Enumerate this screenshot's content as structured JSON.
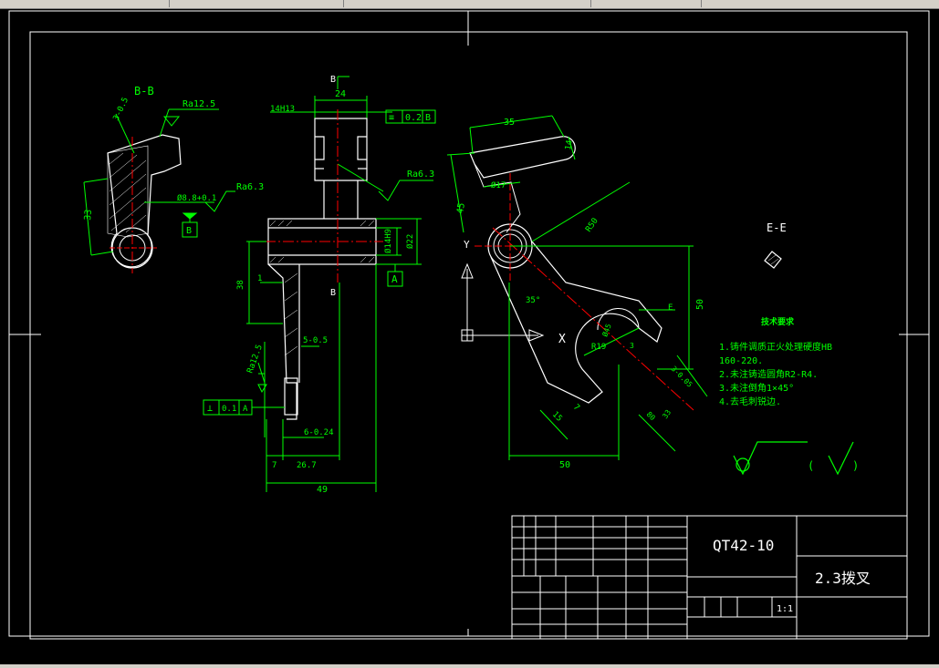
{
  "colors": {
    "background": "#000000",
    "border": "#ffffff",
    "geometry": "#ffffff",
    "dimension": "#00ff00",
    "centerline": "#ff0000",
    "title_text": "#ffffff"
  },
  "views": {
    "section_bb": {
      "title": "B-B",
      "rough_top": "Ra12.5",
      "rough_mid": "Ra6.3",
      "dim_width": "3-0.5",
      "dim_33": "33",
      "dim_hole": "Ø8.8+0.1",
      "datum": "B"
    },
    "main": {
      "section_mark_top": "B",
      "section_mark_bottom": "B",
      "dim_24": "24",
      "fit_label": "14H13",
      "tolerance_frame_sym": "≡",
      "tolerance_frame_val": "0.2",
      "tolerance_frame_ref": "B",
      "rough_label": "Ra6.3",
      "dim_hole_fit": "Ø14H9",
      "dim_22": "Ø22",
      "datum_a": "A",
      "dim_38": "38",
      "dim_1": "1",
      "dim_5": "5-0.5",
      "rough_side": "Ra12.5",
      "perp_sym": "⊥",
      "perp_val": "0.1",
      "perp_ref": "A",
      "dim_6": "6-0.24",
      "dim_7": "7",
      "dim_267": "26.7",
      "dim_49": "49"
    },
    "side": {
      "dim_35": "35",
      "dim_14": "14",
      "dim_45": "45",
      "dim_17": "Ø17",
      "r_label": "R50",
      "dim_50_v": "50",
      "angle_35": "35°",
      "dim_4": "Ø45",
      "r19": "R19",
      "e_mark": "E",
      "dim_50_h": "50",
      "dim_15": "15",
      "dim_7": "7",
      "dim_3": "3",
      "dim_33": "33",
      "dim_80": "80",
      "dim_ang": "3-0.05"
    },
    "section_ee": {
      "title": "E-E"
    },
    "tech_requirements": {
      "title": "技术要求",
      "lines": [
        "1.铸件调质正火处理硬度HB",
        "160-220.",
        "2.未注铸造圆角R2-R4.",
        "3.未注倒角1×45°",
        "4.去毛刺锐边."
      ]
    },
    "roughness_legend": {
      "paren_open": "(",
      "paren_close": ")"
    }
  },
  "title_block": {
    "material": "QT42-10",
    "part_name": "2.3拨叉",
    "scale": "1:1"
  }
}
